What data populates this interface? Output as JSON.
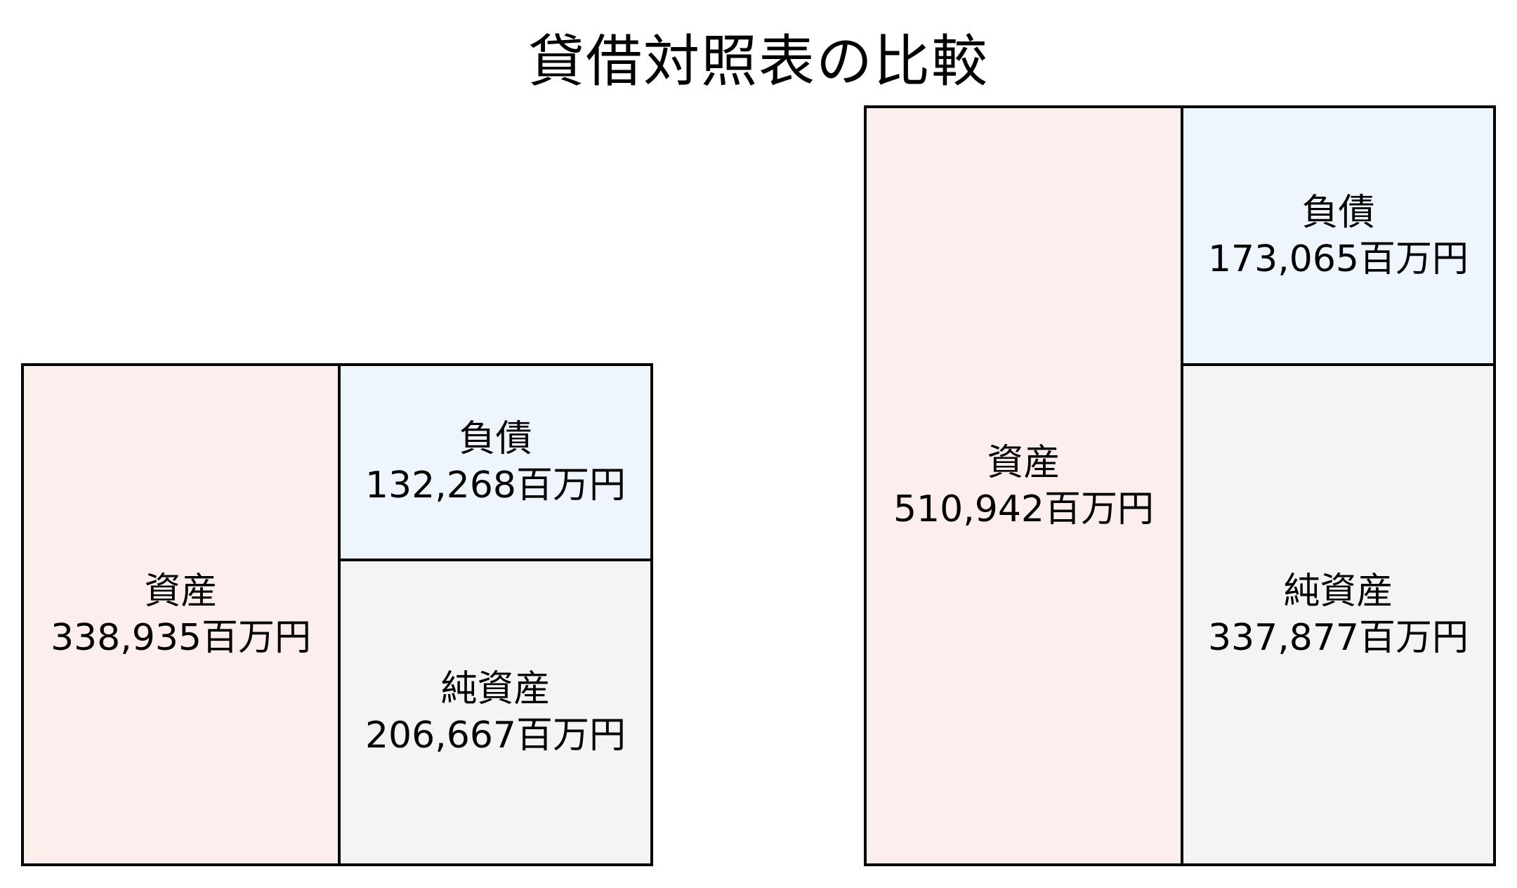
{
  "title": "貸借対照表の比較",
  "unit": "百万円",
  "colors": {
    "assets": "#fdeeee",
    "liabilities": "#eef5fd",
    "net_assets": "#f4f4f4",
    "border": "#000000"
  },
  "sheets": [
    {
      "assets": {
        "label": "資産",
        "value": "338,935百万円"
      },
      "liabilities": {
        "label": "負債",
        "value": "132,268百万円"
      },
      "net_assets": {
        "label": "純資産",
        "value": "206,667百万円"
      }
    },
    {
      "assets": {
        "label": "資産",
        "value": "510,942百万円"
      },
      "liabilities": {
        "label": "負債",
        "value": "173,065百万円"
      },
      "net_assets": {
        "label": "純資産",
        "value": "337,877百万円"
      }
    }
  ],
  "chart_data": {
    "type": "table",
    "title": "貸借対照表の比較",
    "unit": "百万円",
    "categories": [
      "資産",
      "負債",
      "純資産"
    ],
    "series": [
      {
        "name": "left",
        "values": [
          338935,
          132268,
          206667
        ]
      },
      {
        "name": "right",
        "values": [
          510942,
          173065,
          337877
        ]
      }
    ]
  }
}
